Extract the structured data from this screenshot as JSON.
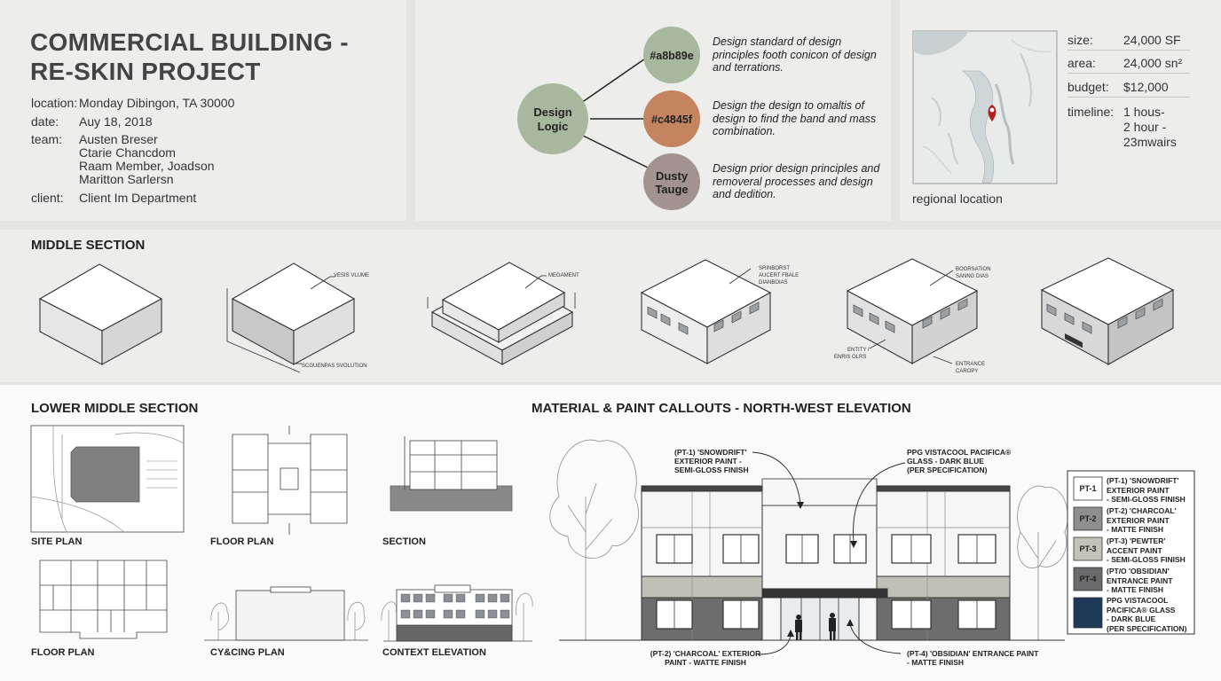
{
  "project": {
    "title": "COMMERCIAL BUILDING - RE-SKIN PROJECT",
    "location_label": "location:",
    "location": "Monday Dibingon, TA 30000",
    "date_label": "date:",
    "date": "Auy 18, 2018",
    "team_label": "team:",
    "team": [
      "Austen Breser",
      "Ctarie Chancdom",
      "Raam Member, Joadson",
      "Maritton Sarlersn"
    ],
    "client_label": "client:",
    "client": "Client Im Department"
  },
  "design_logic": {
    "center_label": "Design Logic",
    "nodes": [
      {
        "label": "#a8b89e",
        "color": "#a8b89e",
        "text": "Design standard of design principles footh conicon of design and terrations."
      },
      {
        "label": "#c4845f",
        "color": "#c4845f",
        "text": "Design the design to omaltis of design to find the band and mass combination."
      },
      {
        "label": "Dusty Tauge",
        "color": "#a29390",
        "text": "Design prior design principles and removeral processes and design and dedition."
      }
    ],
    "center_color": "#a8b89e"
  },
  "map": {
    "caption": "regional location",
    "pin_icon": "map-pin-icon",
    "pin_color": "#b22222"
  },
  "specs": [
    {
      "label": "size:",
      "value": "24,000 SF"
    },
    {
      "label": "area:",
      "value": "24,000 sn²"
    },
    {
      "label": "budget:",
      "value": "$12,000"
    },
    {
      "label": "timeline:",
      "value": [
        "1 hous-",
        "2 hour -",
        "23mwairs"
      ]
    }
  ],
  "middle": {
    "heading": "MIDDLE SECTION",
    "labels": {
      "volume": "VESIS VLUME",
      "evolution": "SCGUENPAS SVOLUTION",
      "megament": "MEGAMENT",
      "s4": [
        "SRINBORST",
        "AUCERT FBALE",
        "DIANBOIAS"
      ],
      "s5": [
        "BOORSATION",
        "SANNG DIAS"
      ],
      "entity": [
        "ENTITY /",
        "ENRIS OLRS"
      ],
      "canopy": [
        "ENTRANCE",
        "CAROPY"
      ]
    }
  },
  "lower": {
    "heading": "LOWER MIDDLE SECTION",
    "captions": [
      "SITE PLAN",
      "FLOOR PLAN",
      "SECTION",
      "FLOOR PLAN",
      "CY&CING PLAN",
      "CONTEXT ELEVATION"
    ]
  },
  "elevation": {
    "heading": "MATERIAL & PAINT CALLOUTS - NORTH-WEST ELEVATION",
    "callouts": {
      "pt1": [
        "(PT-1) 'SNOWDRIFT'",
        "EXTERIOR PAINT -",
        "SEMI-GLOSS FINISH"
      ],
      "glass": [
        "PPG VISTACOOL PACIFICA®",
        "GLASS - DARK BLUE",
        "(PER SPECIFICATION)"
      ],
      "pt2": [
        "(PT-2) 'CHARCOAL' EXTERIOR",
        "PAINT - WATTE FINISH"
      ],
      "pt4": [
        "(PT-4) 'OBSIDIAN' ENTRANCE PAINT",
        "- MATTE FINISH"
      ]
    },
    "legend": [
      {
        "code": "PT-1",
        "color": "#ffffff",
        "text": [
          "(PT-1) 'SNOWDRIFT'",
          "EXTERIOR PAINT",
          "- SEMI-GLOSS FINISH"
        ]
      },
      {
        "code": "PT-2",
        "color": "#8f8f8f",
        "text": [
          "(PT-2) 'CHARCOAL'",
          "EXTERIOR PAINT",
          "- MATTE FINISH"
        ]
      },
      {
        "code": "PT-3",
        "color": "#c5c3b8",
        "text": [
          "(PT-3) 'PEWTER'",
          "ACCENT PAINT",
          "- SEMI-GLOSS FINISH"
        ]
      },
      {
        "code": "PT-4",
        "color": "#6b6b6e",
        "text": [
          "(PT/O 'OBSIDIAN'",
          "ENTRANCE PAINT",
          "- MATTE FINISH"
        ]
      },
      {
        "code": "",
        "color": "#1f3a57",
        "text": [
          "PPG VISTACOOL",
          "PACIFICA® GLASS",
          "- DARK BLUE",
          "(PER SPECIFICATION)"
        ]
      }
    ]
  }
}
